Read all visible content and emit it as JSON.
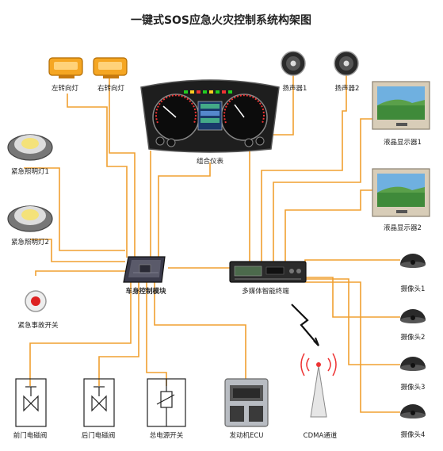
{
  "title": "一键式SOS应急火灾控制系统构架图",
  "labels": {
    "left_turn_light": "左转向灯",
    "right_turn_light": "右转向灯",
    "instrument_cluster": "组合仪表",
    "speaker1": "扬声器1",
    "speaker2": "扬声器2",
    "lcd1": "液晶显示器1",
    "lcd2": "液晶显示器2",
    "emergency_light1": "紧急照明灯1",
    "emergency_light2": "紧急照明灯2",
    "body_control": "车身控制模块",
    "multimedia": "多媒体智能终端",
    "camera1": "摄像头1",
    "camera2": "摄像头2",
    "camera3": "摄像头3",
    "camera4": "摄像头4",
    "emergency_switch": "紧急事故开关",
    "front_door": "前门电磁阀",
    "rear_door": "后门电磁阀",
    "main_power": "总电源开关",
    "engine_ecu": "发动机ECU",
    "cdma": "CDMA通道"
  },
  "colors": {
    "wire": "#f0a030",
    "lcd_frame": "#d8cdb8",
    "lamp": "#f5a623"
  }
}
